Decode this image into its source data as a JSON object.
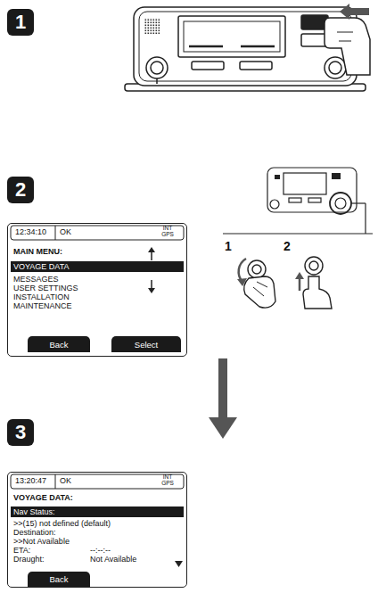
{
  "diagram": {
    "nodes": [
      {
        "text": [
          "1"
        ]
      },
      {
        "text": [
          "2"
        ]
      },
      {
        "text": [
          "12:34:10",
          "OK",
          "INT GPS",
          "MAIN MENU:",
          "MESSAGES",
          "USER SETTINGS",
          "INSTALLATION",
          "MAINTENANCE"
        ]
      },
      {
        "text": [
          "VOYAGE DATA"
        ],
        "in": 2
      },
      {
        "text": [
          "Back"
        ],
        "in": 2
      },
      {
        "text": [
          "Select"
        ],
        "in": 2
      },
      {
        "text": [
          "3"
        ]
      },
      {
        "text": [
          "13:20:47",
          "OK",
          "INT GPS",
          "VOYAGE DATA:",
          ">>(15) not defined (default)",
          "Destination:",
          ">>Not Available",
          "ETA:",
          "--:--:--",
          "Draught:",
          "Not Available"
        ]
      },
      {
        "text": [
          "Nav Status:"
        ],
        "in": 7
      },
      {
        "text": [
          "Back"
        ],
        "in": 7
      }
    ],
    "labels": [
      "1",
      "2"
    ]
  }
}
